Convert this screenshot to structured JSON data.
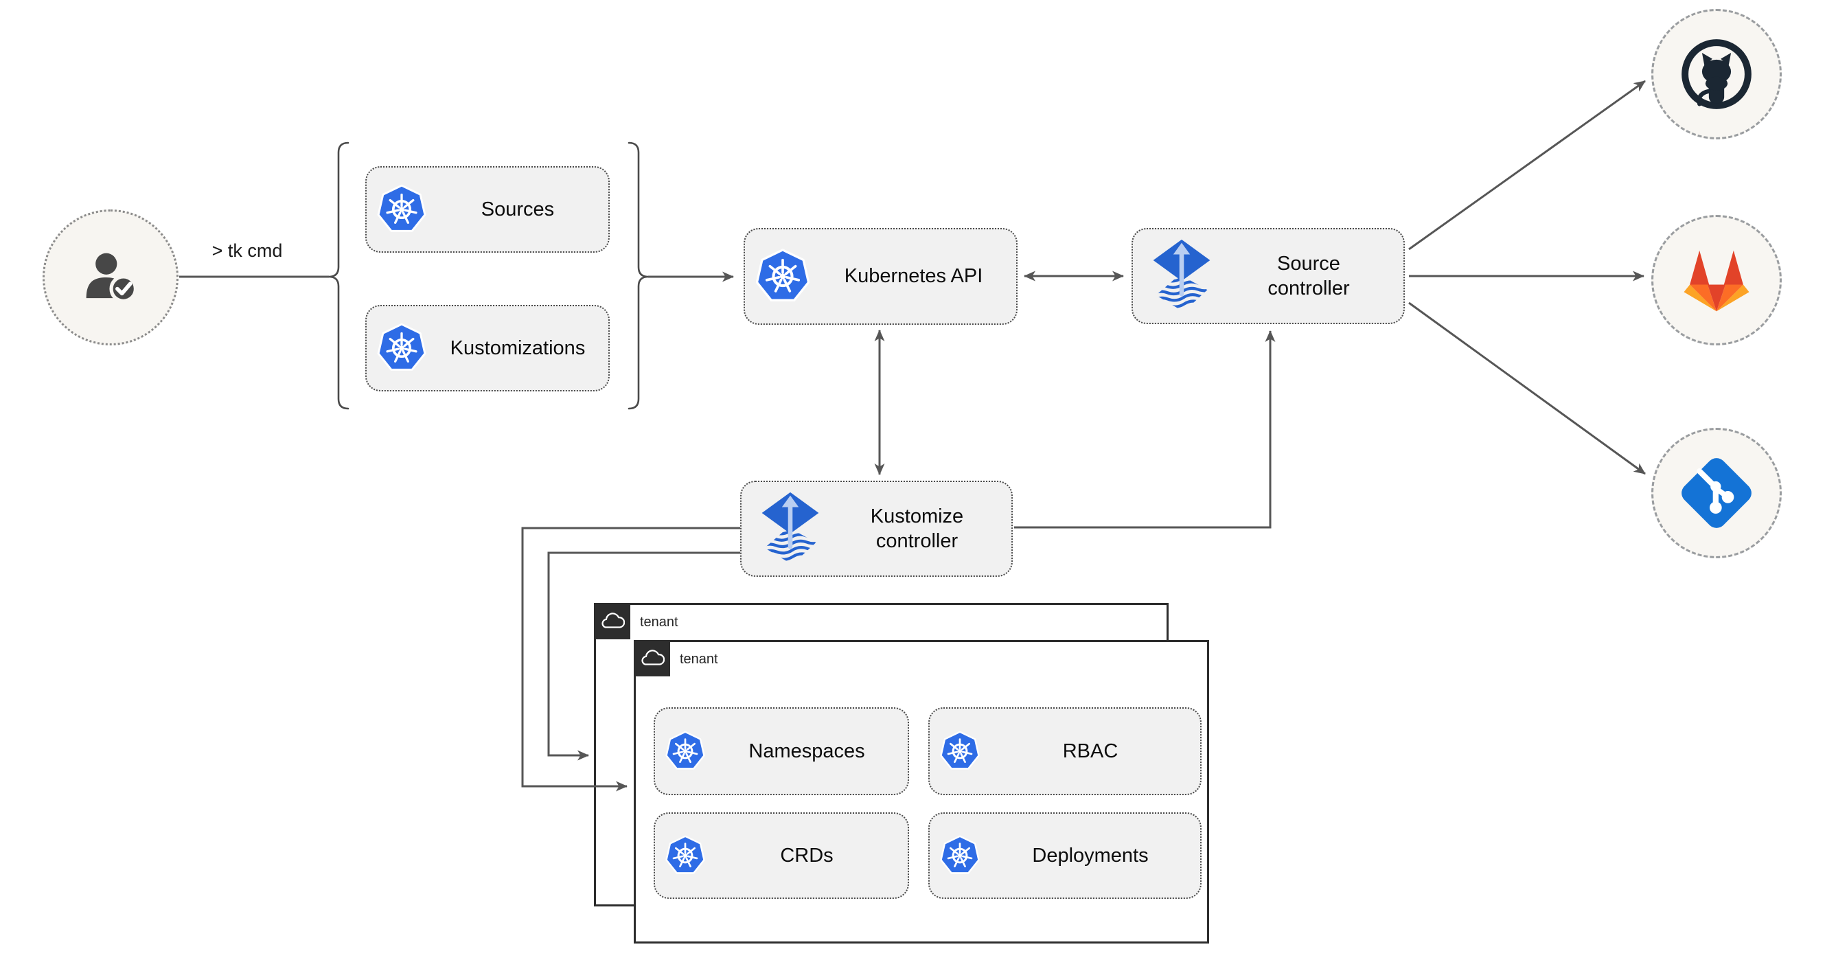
{
  "cli": {
    "label": "> tk cmd"
  },
  "crd_group": {
    "sources_label": "Sources",
    "kustomizations_label": "Kustomizations"
  },
  "cluster": {
    "kubernetes_api_label": "Kubernetes API",
    "source_controller_label": "Source controller",
    "kustomize_controller_label": "Kustomize controller"
  },
  "tenant_back": {
    "label": "tenant"
  },
  "tenant_front": {
    "label": "tenant",
    "namespaces_label": "Namespaces",
    "rbac_label": "RBAC",
    "crds_label": "CRDs",
    "deployments_label": "Deployments"
  },
  "icons": {
    "user": "user-check-icon",
    "resource_boxes": "kubernetes-icon",
    "controllers": "flux-icon",
    "tenant_header": "cloud-icon",
    "provider_top": "github-icon",
    "provider_middle": "gitlab-icon",
    "provider_bottom": "git-icon"
  },
  "colors": {
    "kubernetes_blue": "#2e6ce6",
    "flux_blue": "#2563cf",
    "flux_arrow_light": "#b9cef1",
    "github_dark": "#1b2733",
    "gitlab_red": "#e24329",
    "gitlab_orange": "#fc6d26",
    "gitlab_amber": "#fca326",
    "git_blue": "#1473d6",
    "node_fill": "#f1f1f1",
    "connector_gray": "#565656",
    "tenant_border": "#2d2d2d"
  }
}
